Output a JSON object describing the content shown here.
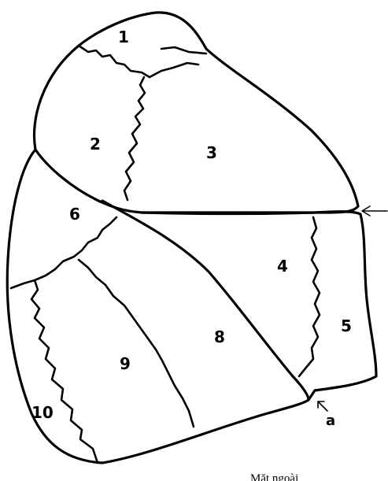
{
  "diagram": {
    "regions": [
      {
        "id": "1",
        "label": "1"
      },
      {
        "id": "2",
        "label": "2"
      },
      {
        "id": "3",
        "label": "3"
      },
      {
        "id": "4",
        "label": "4"
      },
      {
        "id": "5",
        "label": "5"
      },
      {
        "id": "6",
        "label": "6"
      },
      {
        "id": "8",
        "label": "8"
      },
      {
        "id": "9",
        "label": "9"
      },
      {
        "id": "10",
        "label": "10"
      }
    ],
    "marker_label": "a",
    "caption": "Mặt ngoài"
  }
}
